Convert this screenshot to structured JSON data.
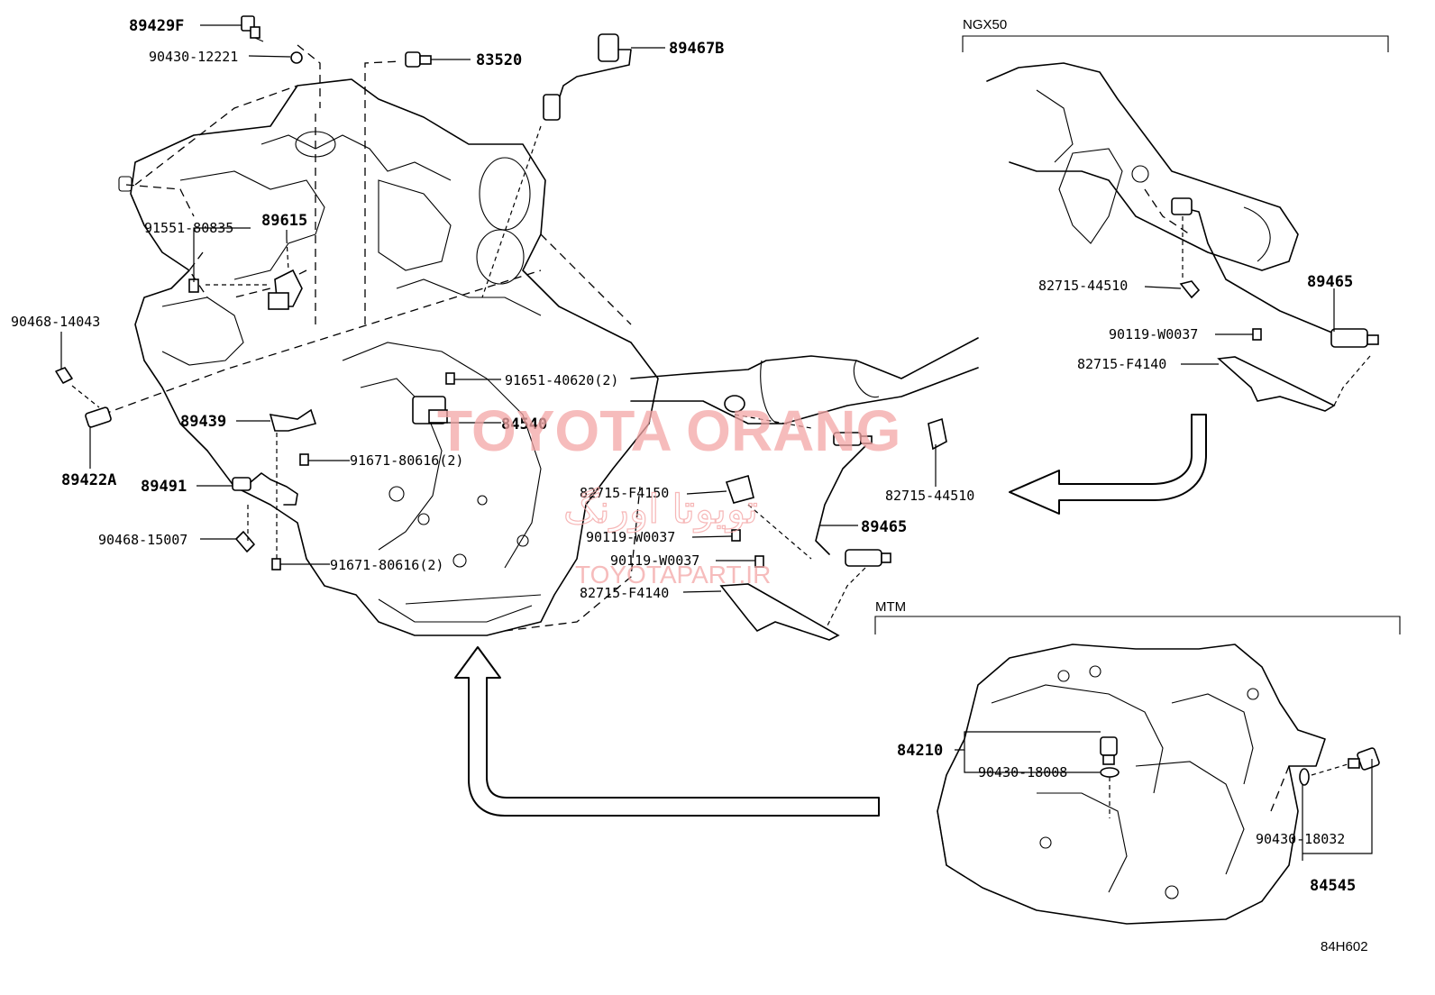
{
  "sections": {
    "ngx50": "NGX50",
    "mtm": "MTM"
  },
  "labels": {
    "p89429F": "89429F",
    "p90430_12221": "90430-12221",
    "p83520": "83520",
    "p89467B": "89467B",
    "p91551_80835": "91551-80835",
    "p89615": "89615",
    "p90468_14043": "90468-14043",
    "p91651_40620": "91651-40620(2)",
    "p84540": "84540",
    "p89439": "89439",
    "p89422A": "89422A",
    "p91671_80616_a": "91671-80616(2)",
    "p89491": "89491",
    "p90468_15007": "90468-15007",
    "p91671_80616_b": "91671-80616(2)",
    "p82715_F4150": "82715-F4150",
    "p90119_W0037_a": "90119-W0037",
    "p90119_W0037_b": "90119-W0037",
    "p82715_F4140_main": "82715-F4140",
    "p89465_main": "89465",
    "p82715_44510_main": "82715-44510",
    "p82715_44510_ngx": "82715-44510",
    "p89465_ngx": "89465",
    "p90119_W0037_ngx": "90119-W0037",
    "p82715_F4140_ngx": "82715-F4140",
    "p84210": "84210",
    "p90430_18008": "90430-18008",
    "p90430_18032": "90430-18032",
    "p84545": "84545",
    "figure_code": "84H602"
  },
  "watermarks": {
    "brand": "TOYOTA ORANG",
    "persian": "تویوتا اورنگ",
    "url": "TOYOTAPART.IR"
  },
  "colors": {
    "watermark": "#f4a6a6",
    "ink": "#000000",
    "background": "#ffffff"
  }
}
